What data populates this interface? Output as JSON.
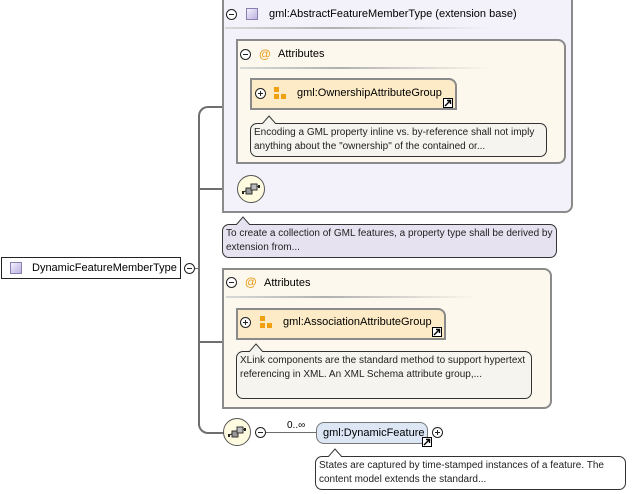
{
  "root": {
    "label": "DynamicFeatureMemberType",
    "icon": "complex-type-icon"
  },
  "extension": {
    "label": "gml:AbstractFeatureMemberType (extension base)",
    "icon": "complex-type-icon",
    "attributes": {
      "label": "Attributes",
      "icon": "at-sign-icon",
      "group": {
        "label": "gml:OwnershipAttributeGroup",
        "icon": "attribute-group-icon",
        "doc": "Encoding a GML property inline vs. by-reference shall not imply anything about the \"ownership\" of the contained or..."
      }
    },
    "doc": "To create a collection of GML features, a property type shall be derived by extension from..."
  },
  "attributes": {
    "label": "Attributes",
    "icon": "at-sign-icon",
    "group": {
      "label": "gml:AssociationAttributeGroup",
      "icon": "attribute-group-icon",
      "doc": "XLink components are the standard method to support hypertext referencing in XML. An XML Schema attribute group,..."
    }
  },
  "sequence": {
    "icon": "sequence-icon",
    "element": {
      "label": "gml:DynamicFeature",
      "cardinality": "0..∞",
      "doc": "States are captured by time-stamped instances of a feature. The content model extends the standard..."
    }
  },
  "colors": {
    "extension_bg": "#f3f2fa",
    "attributes_bg": "#fdf8ee",
    "group_bg": "#fcebc6",
    "element_bg": "#dce6f5",
    "doc_purple_bg": "#e6e2f0",
    "doc_bg": "#f6f4ee",
    "connector": "#6e6e6e"
  }
}
